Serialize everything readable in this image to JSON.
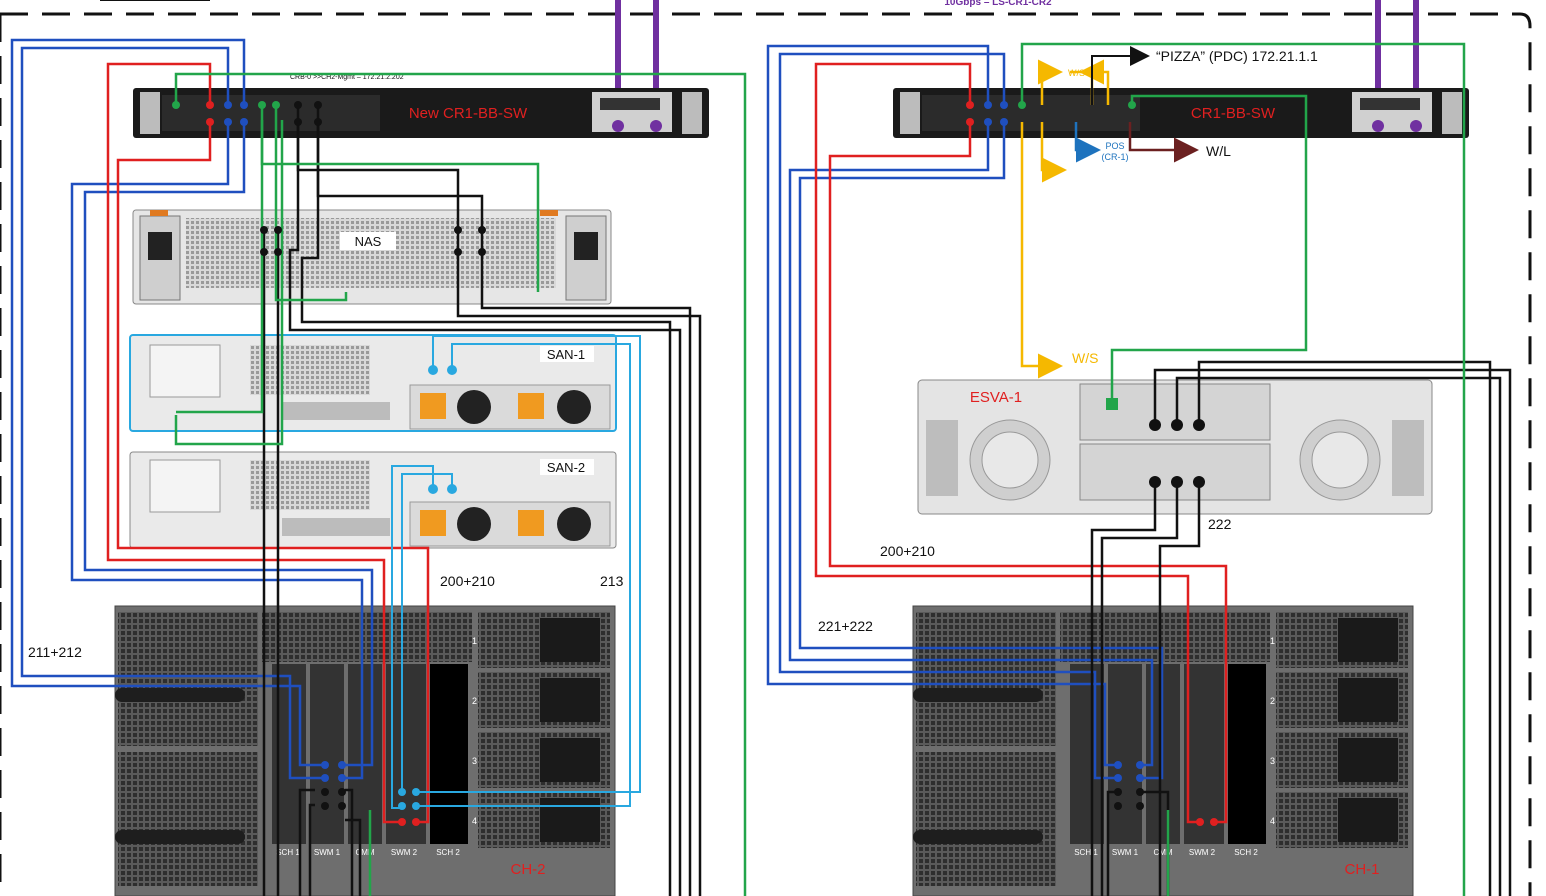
{
  "top_link_label": "10Gbps – LS-CR1-CR2",
  "left_rack": {
    "switch_label": "New CR1-BB-SW",
    "mgmt_note": "CRB-0 >>CH2-Mgmt – 172.21.2.202",
    "nas_label": "NAS",
    "san1_label": "SAN-1",
    "san2_label": "SAN-2",
    "chassis_label": "CH-2",
    "link_label_vlans_a": "200+210",
    "link_label_vlans_b": "213",
    "link_label_vlans_c": "211+212",
    "chassis_bay_labels": [
      "SCH 1",
      "SWM 1",
      "CMM",
      "SWM 2",
      "SCH 2"
    ],
    "psu_numbers": [
      "1",
      "2",
      "3",
      "4"
    ]
  },
  "right_rack": {
    "switch_label": "CR1-BB-SW",
    "pizza_label": "“PIZZA” (PDC) 172.21.1.1",
    "ws_top_label": "W/S",
    "ws_label": "W/S",
    "pos_label": "POS",
    "pos_sub_label": "(CR-1)",
    "wl_label": "W/L",
    "esva_label": "ESVA-1",
    "esva_vlan_label": "222",
    "link_label_vlans_a": "200+210",
    "link_label_vlans_b": "221+222",
    "chassis_label": "CH-1",
    "chassis_bay_labels": [
      "SCH 1",
      "SWM 1",
      "CMM",
      "SWM 2",
      "SCH 2"
    ],
    "psu_numbers": [
      "1",
      "2",
      "3",
      "4"
    ]
  },
  "colors": {
    "purple": "#7030a0",
    "red": "#e02020",
    "blue": "#1f4fbf",
    "light_blue": "#29a8e0",
    "green": "#22a54a",
    "black": "#111111",
    "yellow": "#f5b800",
    "brown": "#6b2020",
    "pos_blue": "#1e73be",
    "device_label_red": "#e02020"
  }
}
